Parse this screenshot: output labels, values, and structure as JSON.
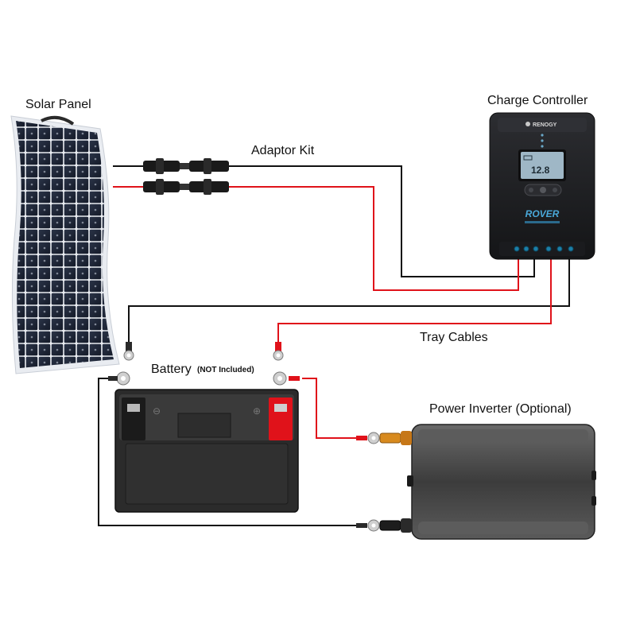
{
  "labels": {
    "solar_panel": "Solar Panel",
    "adaptor_kit": "Adaptor Kit",
    "charge_controller": "Charge Controller",
    "tray_cables": "Tray Cables",
    "battery": "Battery",
    "battery_note": "(NOT Included)",
    "power_inverter": "Power Inverter (Optional)"
  },
  "controller": {
    "brand": "RENOGY",
    "model": "ROVER",
    "display_value": "12.8"
  },
  "colors": {
    "positive_wire": "#e0121a",
    "negative_wire": "#111111",
    "panel_cell": "#1b2233",
    "controller_body": "#1e1f22",
    "battery_body": "#2b2b2b",
    "battery_positive": "#e0121a",
    "inverter_body": "#4a4a4a",
    "screen": "#9fb7c6"
  }
}
